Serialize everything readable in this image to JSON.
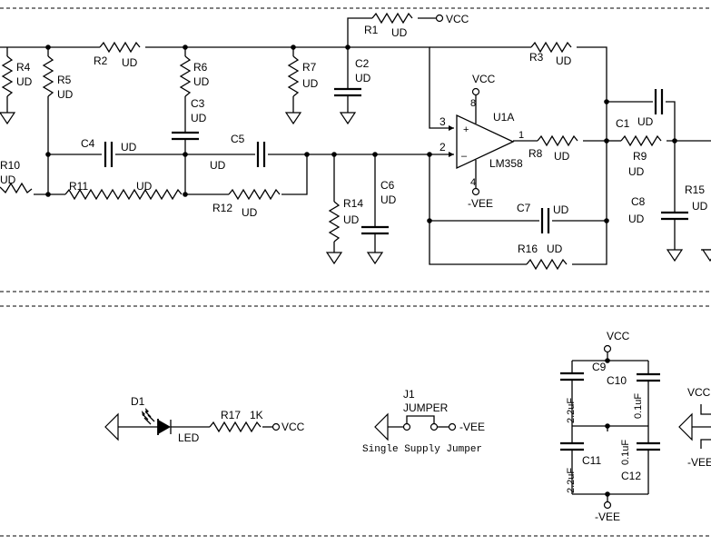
{
  "labels": {
    "vcc": "VCC",
    "vee": "-VEE",
    "ud": "UD",
    "u1a": "U1A",
    "lm358": "LM358",
    "pin_plus": "3",
    "pin_minus": "2",
    "pin_out": "1",
    "pin_vcc": "8",
    "pin_vee": "4",
    "plus": "+",
    "minus": "–",
    "r1": "R1",
    "r2": "R2",
    "r3": "R3",
    "r4": "R4",
    "r5": "R5",
    "r6": "R6",
    "r7": "R7",
    "r8": "R8",
    "r9": "R9",
    "r10": "R10",
    "r11": "R11",
    "r12": "R12",
    "r14": "R14",
    "r15": "R15",
    "r16": "R16",
    "r17": "R17",
    "c1": "C1",
    "c2": "C2",
    "c3": "C3",
    "c4": "C4",
    "c5": "C5",
    "c6": "C6",
    "c7": "C7",
    "c8": "C8",
    "c9": "C9",
    "c10": "C10",
    "c11": "C11",
    "c12": "C12",
    "d1": "D1",
    "led": "LED",
    "r17_value": "1K",
    "j1": "J1",
    "jumper": "JUMPER",
    "single_supply_jumper": "Single Supply Jumper",
    "c9_value": "2.2uF",
    "c10_value": "0.1uF",
    "c11_value": "2.2uF",
    "c12_value": "0.1uF",
    "vcc_cut": "VCC",
    "vee_cut": "-VEE"
  }
}
